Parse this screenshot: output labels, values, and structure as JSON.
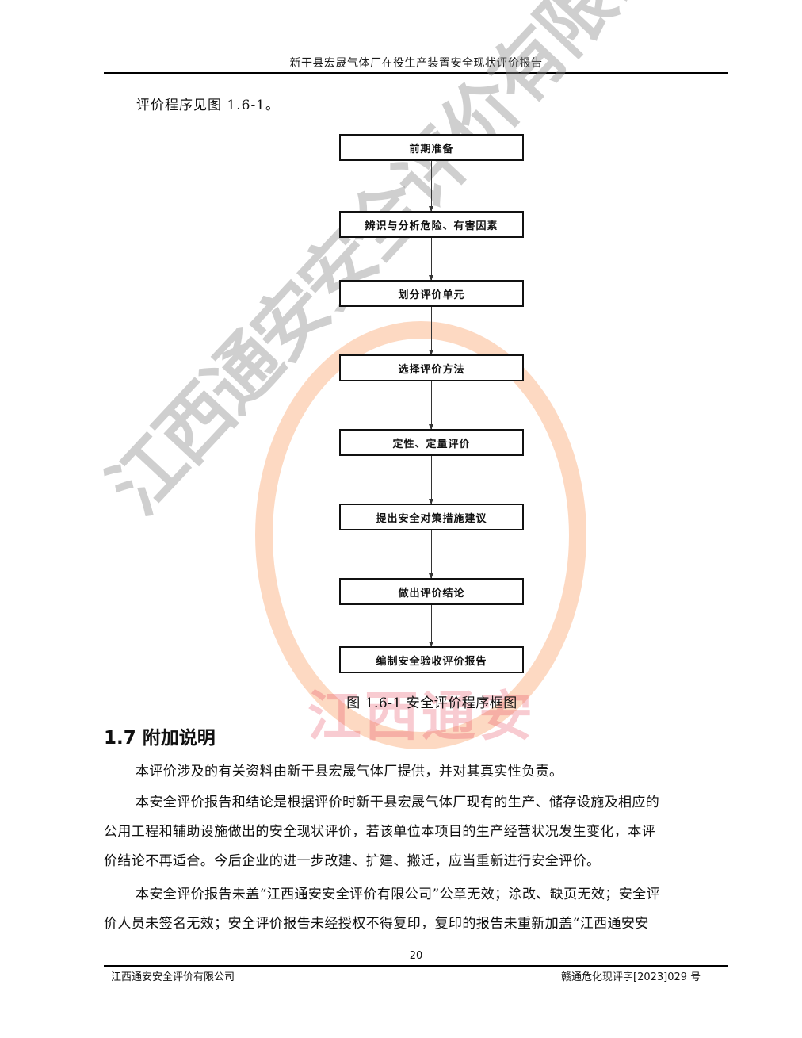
{
  "header": {
    "title": "新干县宏晟气体厂在役生产装置安全现状评价报告"
  },
  "intro_text": "评价程序见图 1.6-1。",
  "flowchart": {
    "steps": [
      "前期准备",
      "辨识与分析危险、有害因素",
      "划分评价单元",
      "选择评价方法",
      "定性、定量评价",
      "提出安全对策措施建议",
      "做出评价结论",
      "编制安全验收评价报告"
    ],
    "caption": "图 1.6-1  安全评价程序框图"
  },
  "section": {
    "heading": "1.7 附加说明",
    "paragraphs": [
      {
        "lines": [
          "本评价涉及的有关资料由新干县宏晟气体厂提供，并对其真实性负责。"
        ]
      },
      {
        "lines": [
          "本安全评价报告和结论是根据评价时新干县宏晟气体厂现有的生产、储存设施及相应的",
          "公用工程和辅助设施做出的安全现状评价，若该单位本项目的生产经营状况发生变化，本评",
          "价结论不再适合。今后企业的进一步改建、扩建、搬迁，应当重新进行安全评价。"
        ]
      },
      {
        "lines": [
          "本安全评价报告未盖“江西通安安全评价有限公司”公章无效；涂改、缺页无效；安全评",
          "价人员未签名无效；安全评价报告未经授权不得复印，复印的报告未重新加盖“江西通安安"
        ]
      }
    ]
  },
  "watermark": {
    "diagonal_text": "江西通安安全评价有限公司",
    "stamp_text": "江西通安",
    "ring_color": "#faaa78",
    "stamp_color": "#e6465a"
  },
  "footer": {
    "page_number": "20",
    "company": "江西通安安全评价有限公司",
    "doc_number": "赣通危化现评字[2023]029 号"
  }
}
